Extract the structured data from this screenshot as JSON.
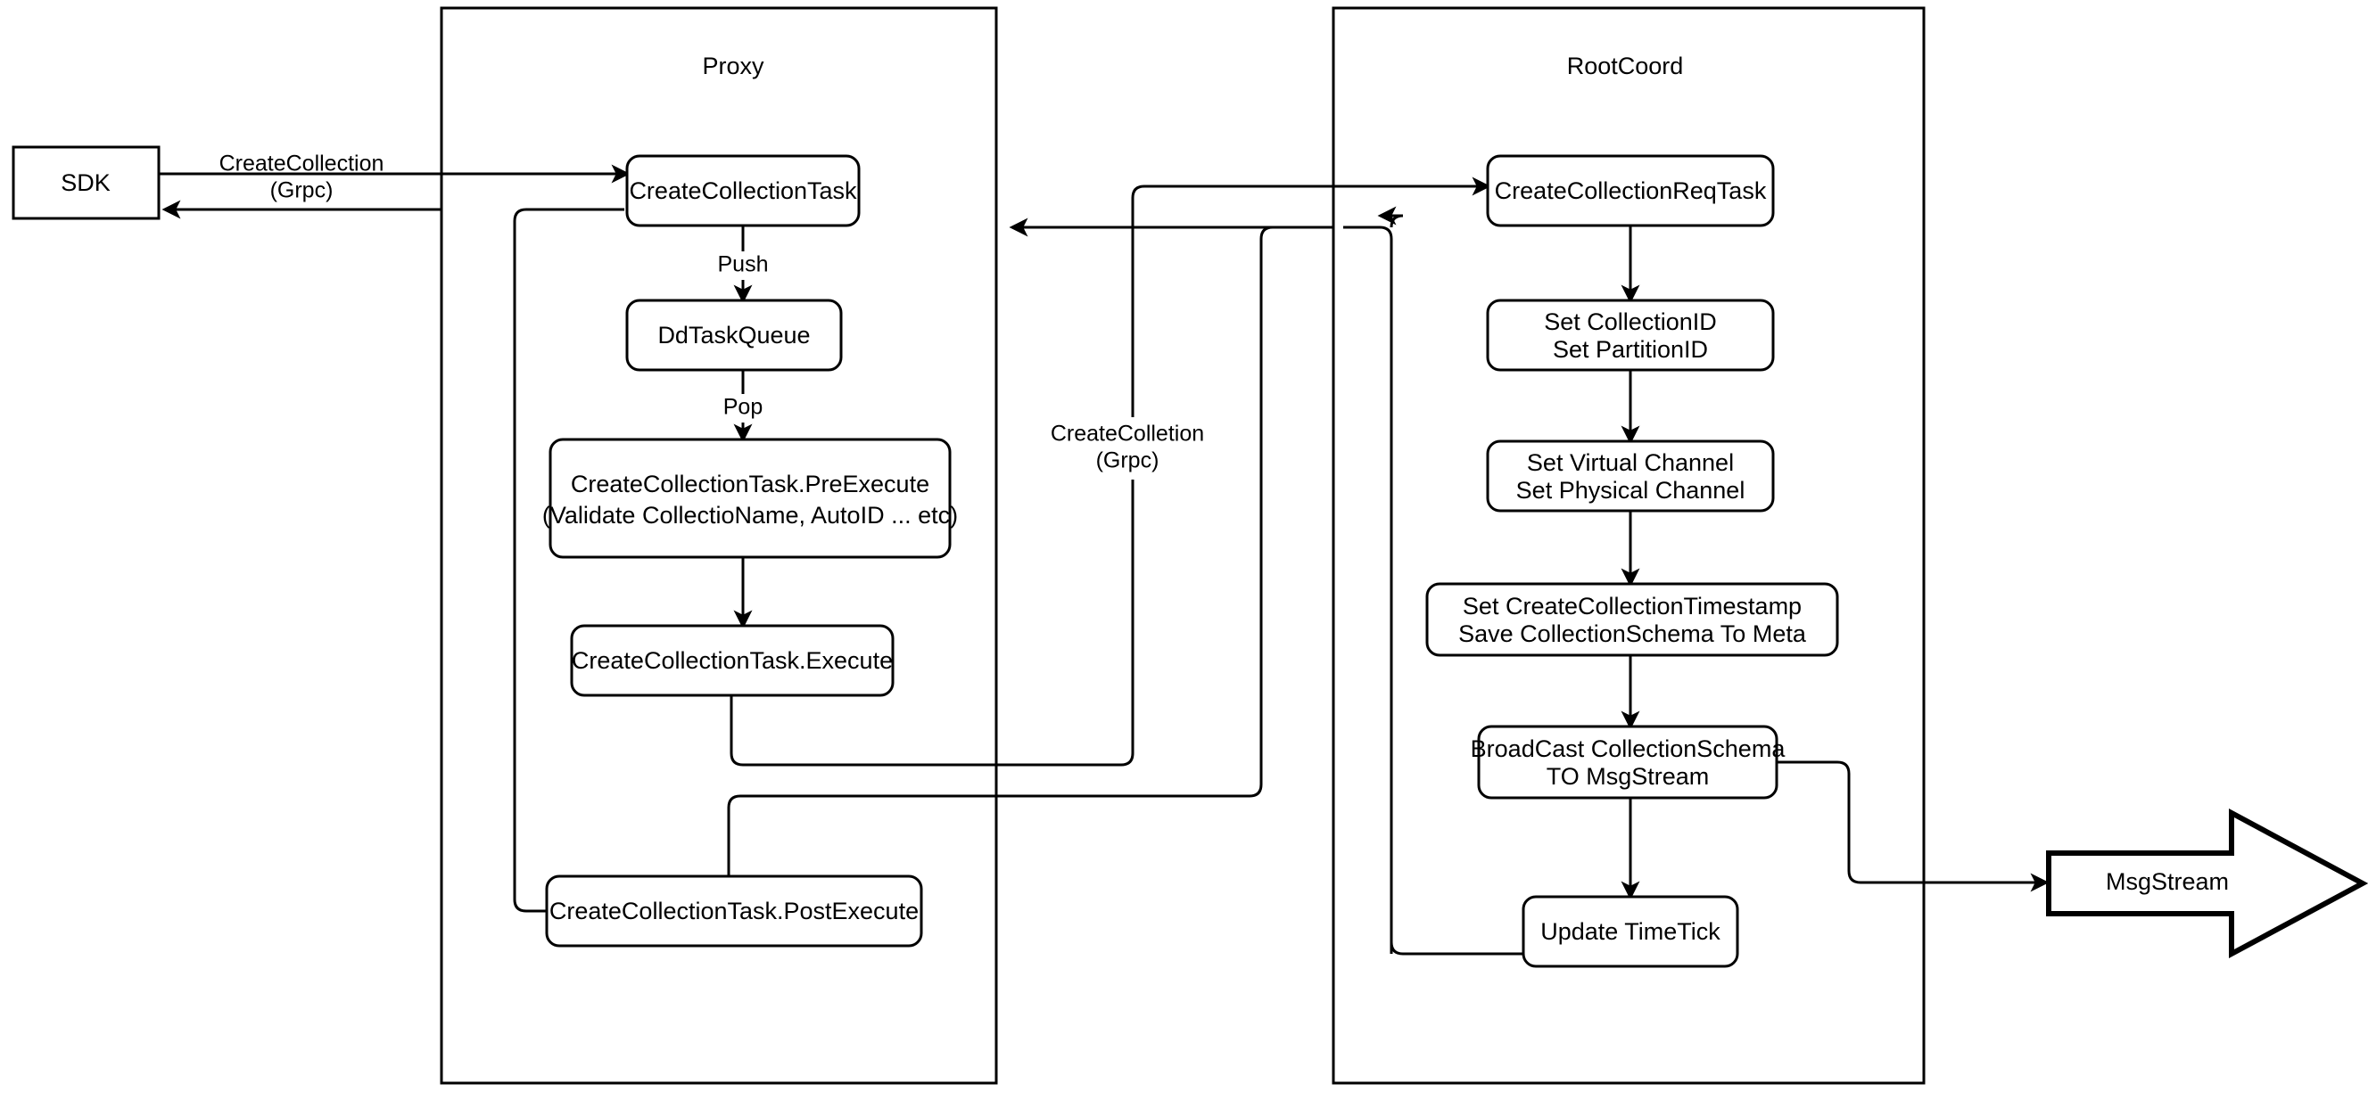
{
  "diagram": {
    "title_visible": false,
    "background": "#ffffff",
    "stroke_color": "#000000",
    "containers": [
      {
        "id": "proxy",
        "label": "Proxy"
      },
      {
        "id": "rootcoord",
        "label": "RootCoord"
      }
    ],
    "external_nodes": [
      {
        "id": "sdk",
        "label": "SDK",
        "shape": "rectangle"
      },
      {
        "id": "msgstream",
        "label": "MsgStream",
        "shape": "block-arrow"
      }
    ],
    "proxy_nodes": [
      {
        "id": "create-collection-task",
        "label": "CreateCollectionTask",
        "lines": [
          "CreateCollectionTask"
        ]
      },
      {
        "id": "dd-task-queue",
        "label": "DdTaskQueue",
        "lines": [
          "DdTaskQueue"
        ]
      },
      {
        "id": "pre-execute",
        "label": "CreateCollectionTask.PreExecute (Validate CollectioName, AutoID ... etc)",
        "lines": [
          "CreateCollectionTask.PreExecute",
          "(Validate CollectioName, AutoID ... etc)"
        ]
      },
      {
        "id": "execute",
        "label": "CreateCollectionTask.Execute",
        "lines": [
          "CreateCollectionTask.Execute"
        ]
      },
      {
        "id": "post-execute",
        "label": "CreateCollectionTask.PostExecute",
        "lines": [
          "CreateCollectionTask.PostExecute"
        ]
      }
    ],
    "rootcoord_nodes": [
      {
        "id": "create-collection-req-task",
        "label": "CreateCollectionReqTask",
        "lines": [
          "CreateCollectionReqTask"
        ]
      },
      {
        "id": "set-ids",
        "label": "Set CollectionID / Set PartitionID",
        "lines": [
          "Set CollectionID",
          "Set PartitionID"
        ]
      },
      {
        "id": "set-channels",
        "label": "Set Virtual Channel / Set Physical Channel",
        "lines": [
          "Set Virtual Channel",
          "Set Physical Channel"
        ]
      },
      {
        "id": "set-timestamp",
        "label": "Set CreateCollectionTimestamp / Save CollectionSchema To Meta",
        "lines": [
          "Set CreateCollectionTimestamp",
          "Save CollectionSchema To Meta"
        ]
      },
      {
        "id": "broadcast",
        "label": "BroadCast CollectionSchema TO MsgStream",
        "lines": [
          "BroadCast CollectionSchema",
          "TO MsgStream"
        ]
      },
      {
        "id": "update-timetick",
        "label": "Update TimeTick",
        "lines": [
          "Update TimeTick"
        ]
      }
    ],
    "edge_labels": [
      {
        "id": "sdk-proxy-grpc",
        "lines": [
          "CreateCollection",
          "(Grpc)"
        ]
      },
      {
        "id": "push",
        "lines": [
          "Push"
        ]
      },
      {
        "id": "pop",
        "lines": [
          "Pop"
        ]
      },
      {
        "id": "proxy-rootcoord-grpc",
        "lines": [
          "CreateColletion",
          "(Grpc)"
        ]
      }
    ]
  }
}
